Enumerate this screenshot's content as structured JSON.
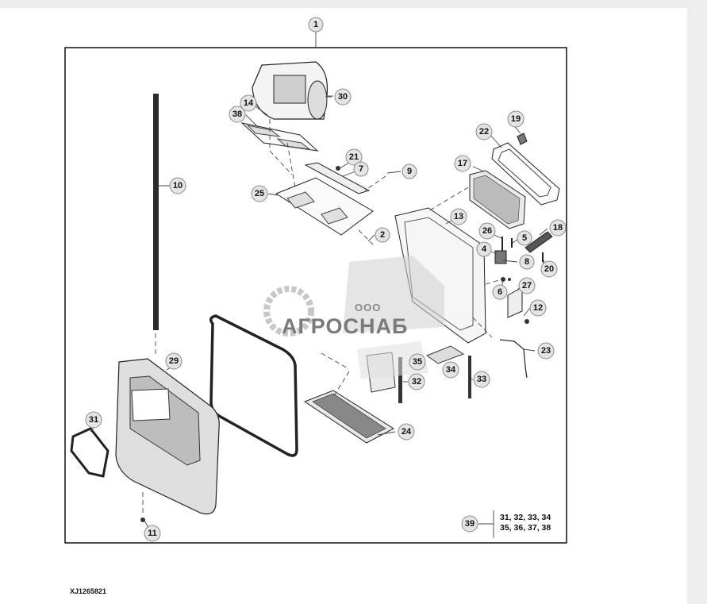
{
  "figure_id": "XJ1265821",
  "callouts": {
    "c1": "1",
    "c2": "2",
    "c4": "4",
    "c5": "5",
    "c6": "6",
    "c7": "7",
    "c8": "8",
    "c9": "9",
    "c10": "10",
    "c11": "11",
    "c12": "12",
    "c13": "13",
    "c14": "14",
    "c17": "17",
    "c18": "18",
    "c19": "19",
    "c20": "20",
    "c21": "21",
    "c22": "22",
    "c23": "23",
    "c24": "24",
    "c25": "25",
    "c26": "26",
    "c27": "27",
    "c29": "29",
    "c30": "30",
    "c31": "31",
    "c32": "32",
    "c33": "33",
    "c34": "34",
    "c35": "35",
    "c38": "38",
    "c39": "39"
  },
  "kit": {
    "line1": "31, 32, 33, 34",
    "line2": "35, 36, 37, 38"
  },
  "watermark": {
    "prefix": "ООО",
    "name": "АГРОСНАБ"
  },
  "colors": {
    "callout_fill": "#e4e4e4",
    "line": "#222222",
    "watermark": "#7a7a7a"
  }
}
